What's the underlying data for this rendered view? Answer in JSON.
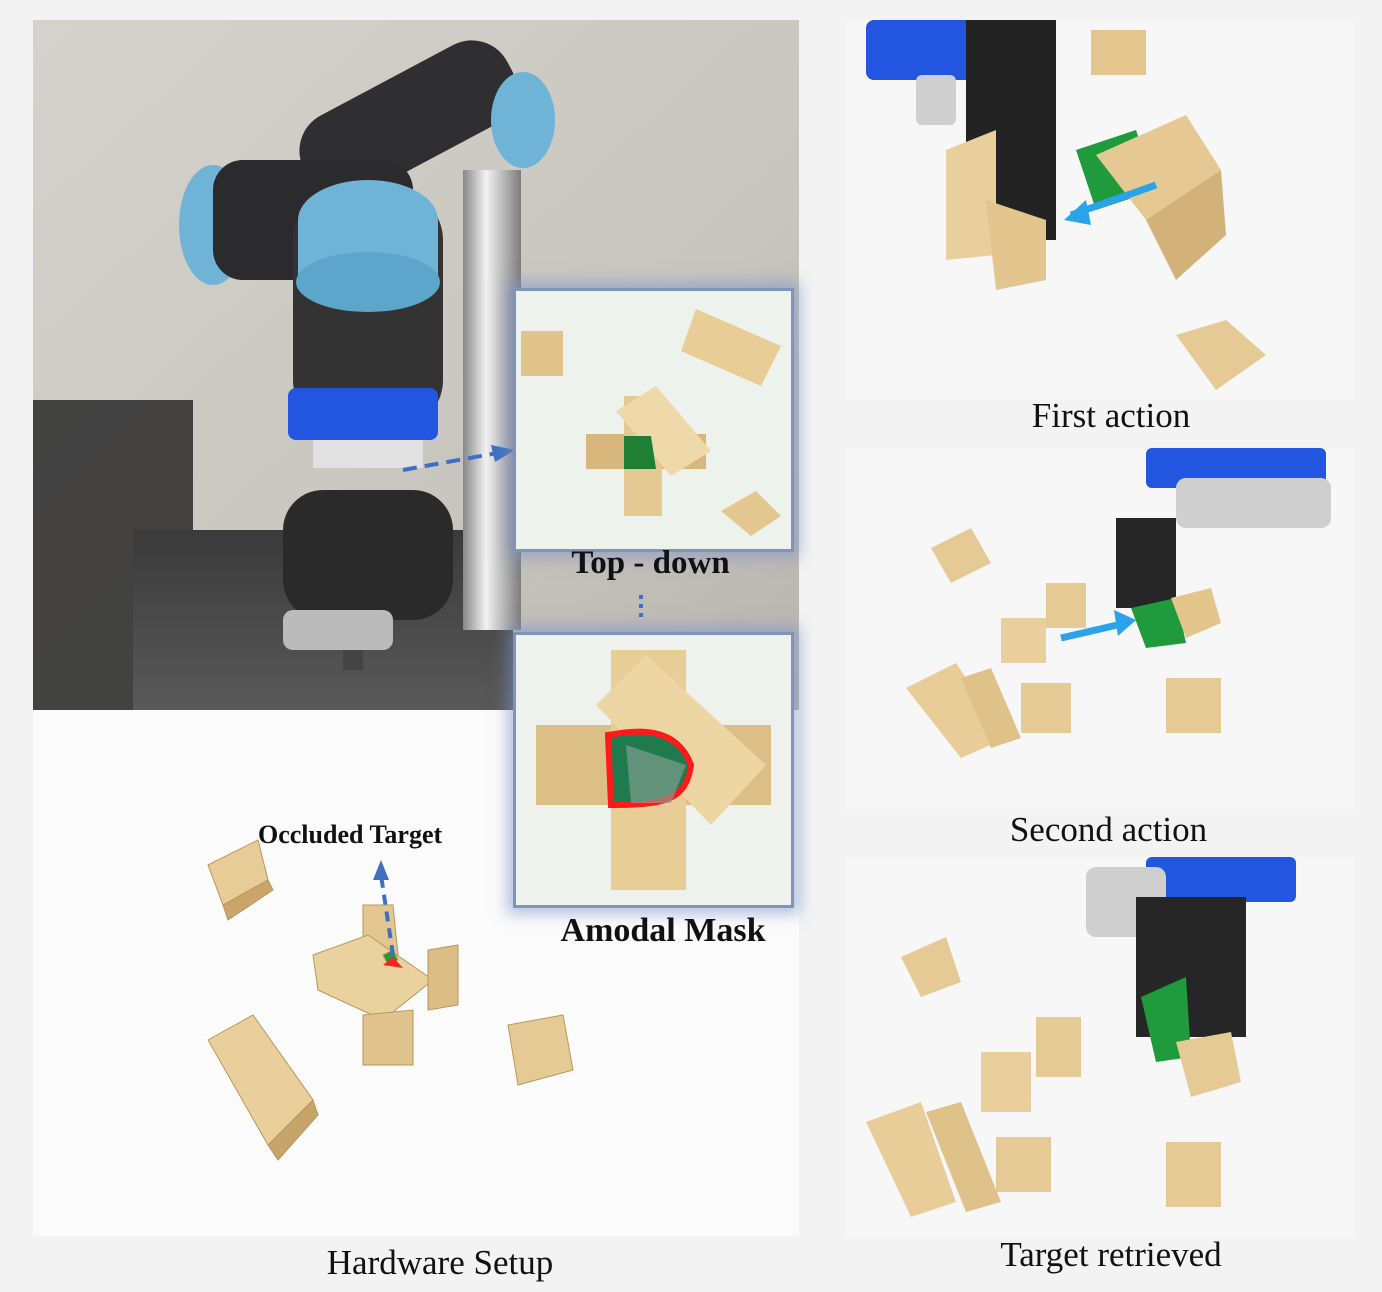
{
  "captions": {
    "hardware_setup": "Hardware Setup",
    "first_action": "First action",
    "second_action": "Second action",
    "target_retrieved": "Target retrieved",
    "top_down": "Top - down",
    "amodal_mask": "Amodal Mask",
    "occluded_target": "Occluded Target"
  },
  "colors": {
    "robot_blue": "#6fb4d6",
    "gripper_blue": "#2255e0",
    "target_green": "#1f9a3c",
    "wood": "#e7cc98",
    "mask_red": "#ff1a1a",
    "arrow_blue": "#2aa3ea",
    "dashed_arrow": "#3f6fc2"
  }
}
